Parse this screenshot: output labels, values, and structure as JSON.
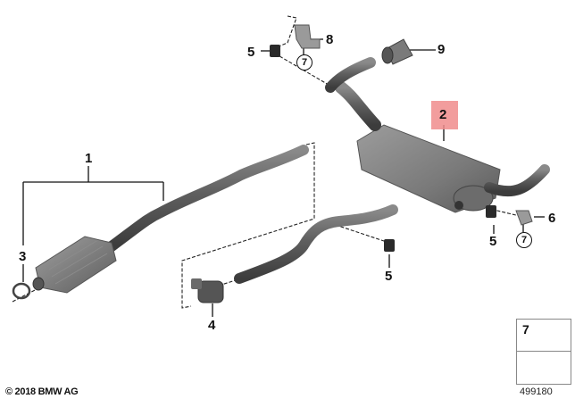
{
  "diagram": {
    "subject": "Exhaust system parts diagram",
    "copyright": "© 2018 BMW AG",
    "diagram_id": "499180",
    "highlight_color": "#f08c8c",
    "parts": [
      {
        "number": "1",
        "name": "catalytic converter / front pipe assembly",
        "highlighted": false
      },
      {
        "number": "2",
        "name": "rear silencer (muffler)",
        "highlighted": true
      },
      {
        "number": "3",
        "name": "clamp ring",
        "highlighted": false
      },
      {
        "number": "4",
        "name": "pipe clamp",
        "highlighted": false
      },
      {
        "number": "5",
        "name": "rubber mount",
        "highlighted": false
      },
      {
        "number": "6",
        "name": "bracket rear",
        "highlighted": false
      },
      {
        "number": "7",
        "name": "hex nut with flange",
        "highlighted": false
      },
      {
        "number": "8",
        "name": "bracket front",
        "highlighted": false
      },
      {
        "number": "9",
        "name": "tailpipe trim",
        "highlighted": false
      }
    ],
    "callouts": {
      "c1": "1",
      "c2": "2",
      "c3": "3",
      "c4": "4",
      "c5a": "5",
      "c5b": "5",
      "c5c": "5",
      "c6": "6",
      "c7a": "7",
      "c7b": "7",
      "c8": "8",
      "c9": "9"
    },
    "legend": {
      "part_number": "7",
      "part_icon": "hex-flange-nut-icon",
      "arrow_icon": "assembly-direction-arrow-icon"
    }
  }
}
